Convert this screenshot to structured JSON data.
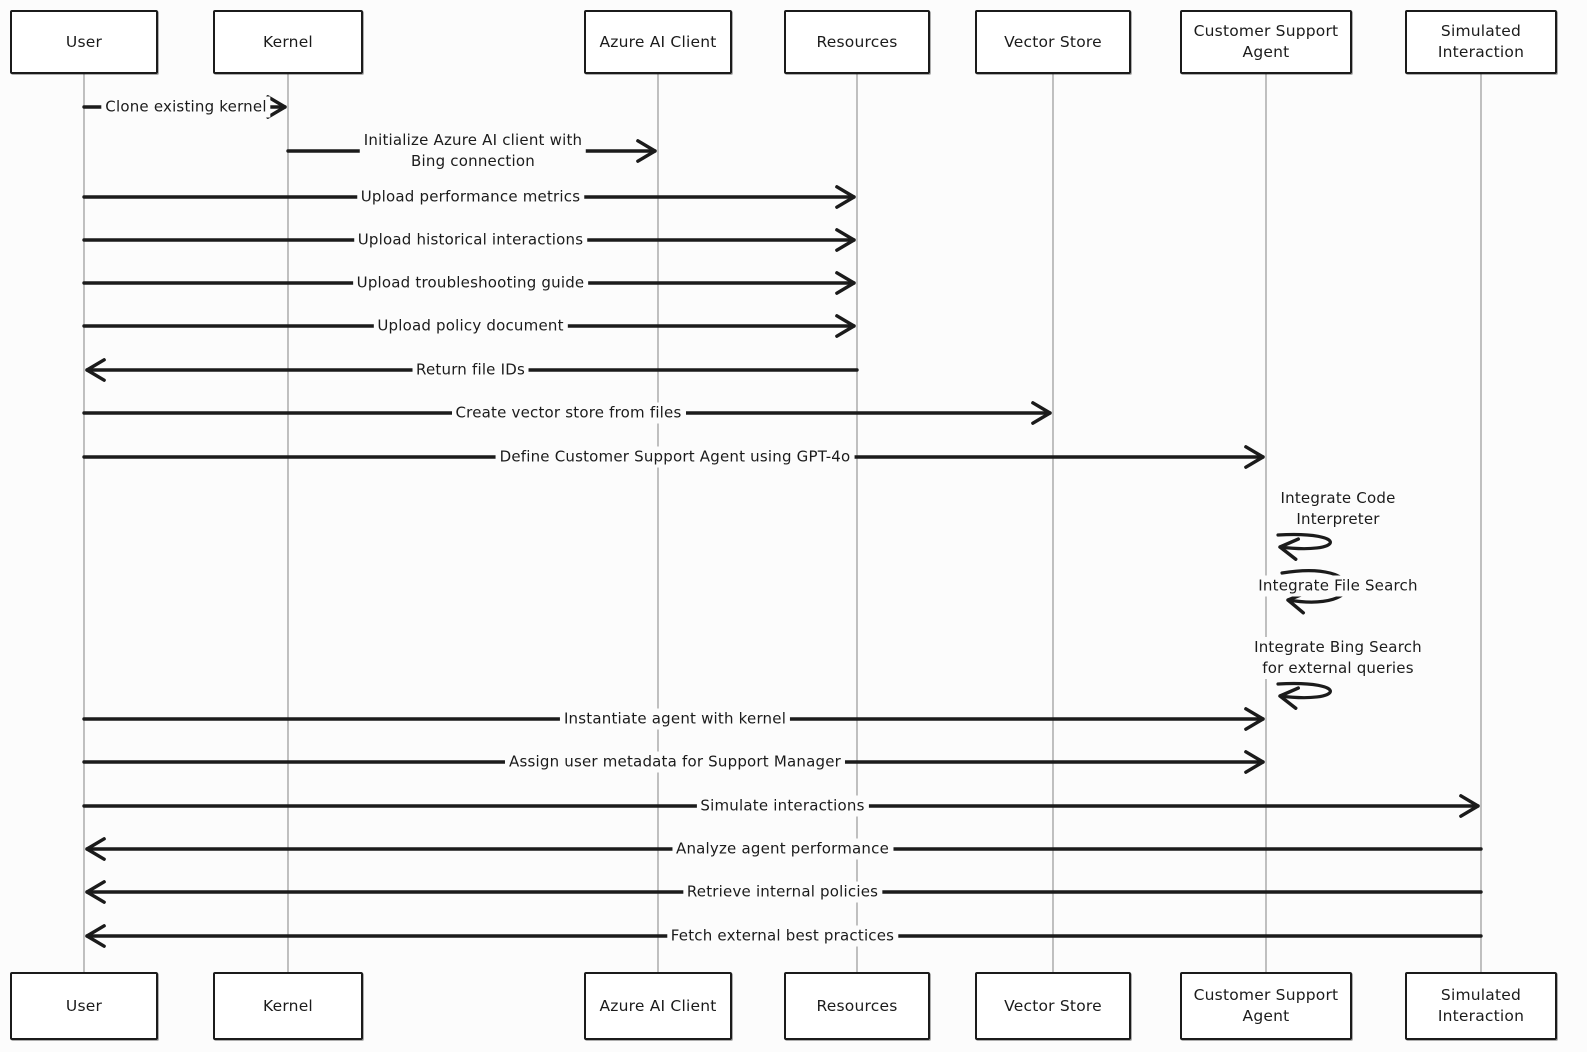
{
  "diagram": {
    "type": "sequence",
    "style": "hand-drawn",
    "colors": {
      "stroke": "#1b1b1b",
      "lifeline": "#b0b0b0",
      "background": "#fcfcfc",
      "box_fill": "#ffffff"
    },
    "participants": [
      {
        "id": "user",
        "label": "User"
      },
      {
        "id": "kernel",
        "label": "Kernel"
      },
      {
        "id": "azure-ai-client",
        "label": "Azure AI Client"
      },
      {
        "id": "resources",
        "label": "Resources"
      },
      {
        "id": "vector-store",
        "label": "Vector Store"
      },
      {
        "id": "customer-support-agent",
        "label": "Customer Support\nAgent"
      },
      {
        "id": "simulated-interaction",
        "label": "Simulated\nInteraction"
      }
    ],
    "messages": [
      {
        "label": "Clone existing kernel",
        "from": "user",
        "to": "kernel",
        "type": "arrow"
      },
      {
        "label": "Initialize Azure AI client with\nBing connection",
        "from": "kernel",
        "to": "azure-ai-client",
        "type": "arrow"
      },
      {
        "label": "Upload performance metrics",
        "from": "user",
        "to": "resources",
        "type": "arrow"
      },
      {
        "label": "Upload historical interactions",
        "from": "user",
        "to": "resources",
        "type": "arrow"
      },
      {
        "label": "Upload troubleshooting guide",
        "from": "user",
        "to": "resources",
        "type": "arrow"
      },
      {
        "label": "Upload policy document",
        "from": "user",
        "to": "resources",
        "type": "arrow"
      },
      {
        "label": "Return file IDs",
        "from": "resources",
        "to": "user",
        "type": "arrow"
      },
      {
        "label": "Create vector store from files",
        "from": "user",
        "to": "vector-store",
        "type": "arrow"
      },
      {
        "label": "Define Customer Support Agent using GPT-4o",
        "from": "user",
        "to": "customer-support-agent",
        "type": "arrow"
      },
      {
        "label": "Integrate Code\nInterpreter",
        "on": "customer-support-agent",
        "type": "self"
      },
      {
        "label": "Integrate File Search",
        "on": "customer-support-agent",
        "type": "self"
      },
      {
        "label": "Integrate Bing Search\nfor external queries",
        "on": "customer-support-agent",
        "type": "self"
      },
      {
        "label": "Instantiate agent with kernel",
        "from": "user",
        "to": "customer-support-agent",
        "type": "arrow"
      },
      {
        "label": "Assign user metadata for Support Manager",
        "from": "user",
        "to": "customer-support-agent",
        "type": "arrow"
      },
      {
        "label": "Simulate interactions",
        "from": "user",
        "to": "simulated-interaction",
        "type": "arrow"
      },
      {
        "label": "Analyze agent performance",
        "from": "simulated-interaction",
        "to": "user",
        "type": "arrow"
      },
      {
        "label": "Retrieve internal policies",
        "from": "simulated-interaction",
        "to": "user",
        "type": "arrow"
      },
      {
        "label": "Fetch external best practices",
        "from": "simulated-interaction",
        "to": "user",
        "type": "arrow"
      }
    ]
  }
}
